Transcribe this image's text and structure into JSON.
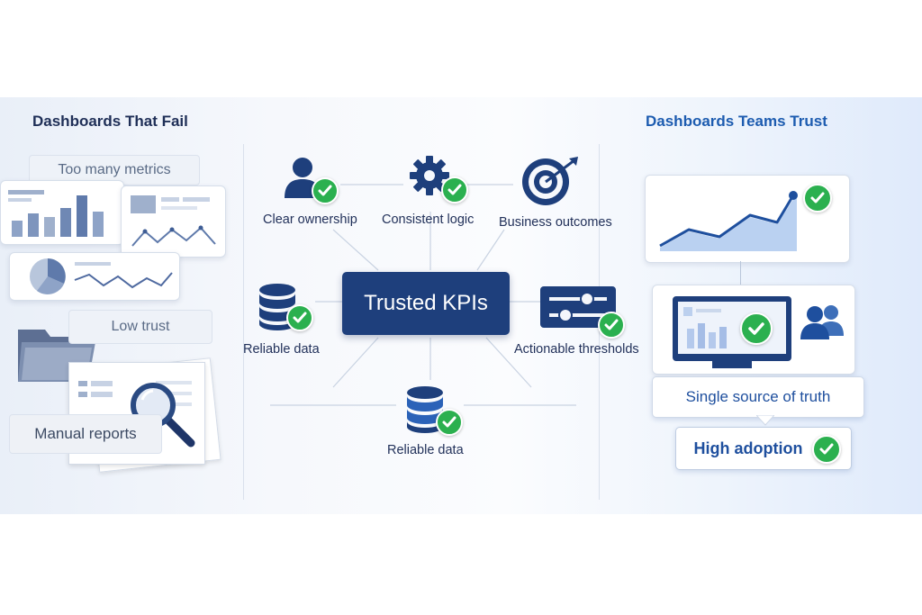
{
  "left_panel": {
    "heading": "Dashboards That Fail",
    "tag_too_many": "Too many metrics",
    "tag_low_trust": "Low trust",
    "tag_manual": "Manual reports"
  },
  "center_panel": {
    "hub_label": "Trusted KPIs",
    "nodes": {
      "ownership": "Clear ownership",
      "logic": "Consistent logic",
      "outcomes": "Business outcomes",
      "reliable_left": "Reliable data",
      "thresholds": "Actionable thresholds",
      "reliable_bottom": "Reliable data"
    }
  },
  "right_panel": {
    "heading": "Dashboards Teams Trust",
    "single_source": "Single source of truth",
    "high_adoption": "High adoption"
  },
  "colors": {
    "navy": "#1e3f7c",
    "accent_blue": "#1d5cb0",
    "check_green": "#2bb04f",
    "muted_text": "#5a6b86"
  },
  "icons": [
    "person-icon",
    "gear-icon",
    "target-icon",
    "database-icon",
    "sliders-icon",
    "line-chart-icon",
    "monitor-icon",
    "users-icon",
    "folder-icon",
    "magnifier-icon",
    "pie-chart-icon",
    "check-icon"
  ]
}
